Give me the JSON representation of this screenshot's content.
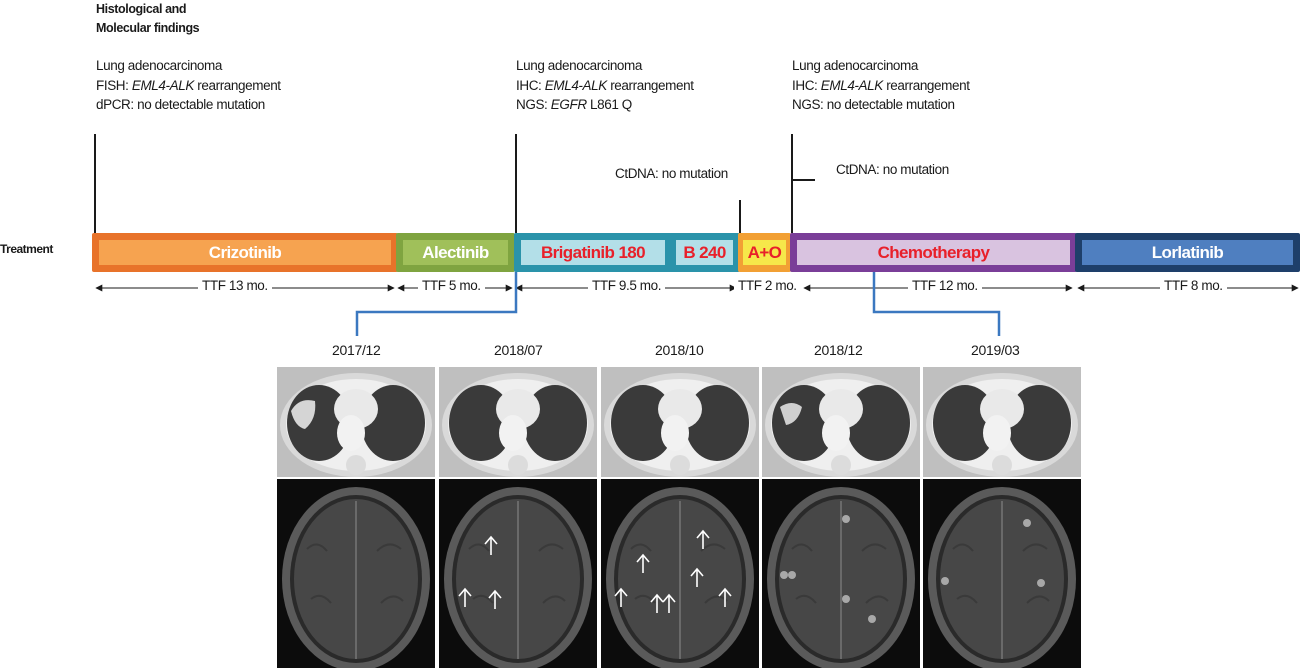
{
  "heading": {
    "line1": "Histological and",
    "line2": "Molecular findings"
  },
  "findings": [
    {
      "line1": "Lung adenocarcinoma",
      "line2_prefix": "FISH: ",
      "line2_gene": "EML4-ALK",
      "line2_suffix": " rearrangement",
      "line3_prefix": "dPCR: no detectable mutation",
      "line3_gene": "",
      "line3_suffix": ""
    },
    {
      "line1": "Lung adenocarcinoma",
      "line2_prefix": "IHC: ",
      "line2_gene": "EML4-ALK",
      "line2_suffix": " rearrangement",
      "line3_prefix": "NGS: ",
      "line3_gene": "EGFR",
      "line3_suffix": " L861 Q"
    },
    {
      "line1": "Lung adenocarcinoma",
      "line2_prefix": "IHC: ",
      "line2_gene": "EML4-ALK",
      "line2_suffix": " rearrangement",
      "line3_prefix": "NGS: no detectable mutation",
      "line3_gene": "",
      "line3_suffix": ""
    }
  ],
  "ctdna": [
    "CtDNA: no mutation",
    "CtDNA: no mutation"
  ],
  "treatment_label": "Treatment",
  "treatments": [
    {
      "label": "Crizotinib",
      "outer": "#e8732a",
      "inner": "#f6a350",
      "text": "#ffffff"
    },
    {
      "label": "Alectinib",
      "outer": "#7fa440",
      "inner": "#a0c05a",
      "text": "#ffffff"
    },
    {
      "label": "Brigatinib 180",
      "outer": "#2a93aa",
      "inner": "#b3dfe8",
      "text": "#e8202a"
    },
    {
      "label": "B 240",
      "outer": "#2a93aa",
      "inner": "#b3dfe8",
      "text": "#e8202a"
    },
    {
      "label": "A+O",
      "outer": "#f2a034",
      "inner": "#f6e84a",
      "text": "#e8202a"
    },
    {
      "label": "Chemotherapy",
      "outer": "#7a3e98",
      "inner": "#d9c3e0",
      "text": "#e8202a"
    },
    {
      "label": "Lorlatinib",
      "outer": "#1e3f6a",
      "inner": "#4f7fc0",
      "text": "#ffffff"
    }
  ],
  "ttf": [
    "TTF 13 mo.",
    "TTF 5 mo.",
    "TTF 9.5 mo.",
    "TTF 2 mo.",
    "TTF 12 mo.",
    "TTF 8 mo."
  ],
  "scan_dates": [
    "2017/12",
    "2018/07",
    "2018/10",
    "2018/12",
    "2019/03"
  ],
  "connector_color": "#3b78c0",
  "mri_arrow_counts": [
    0,
    3,
    7,
    0,
    0
  ]
}
